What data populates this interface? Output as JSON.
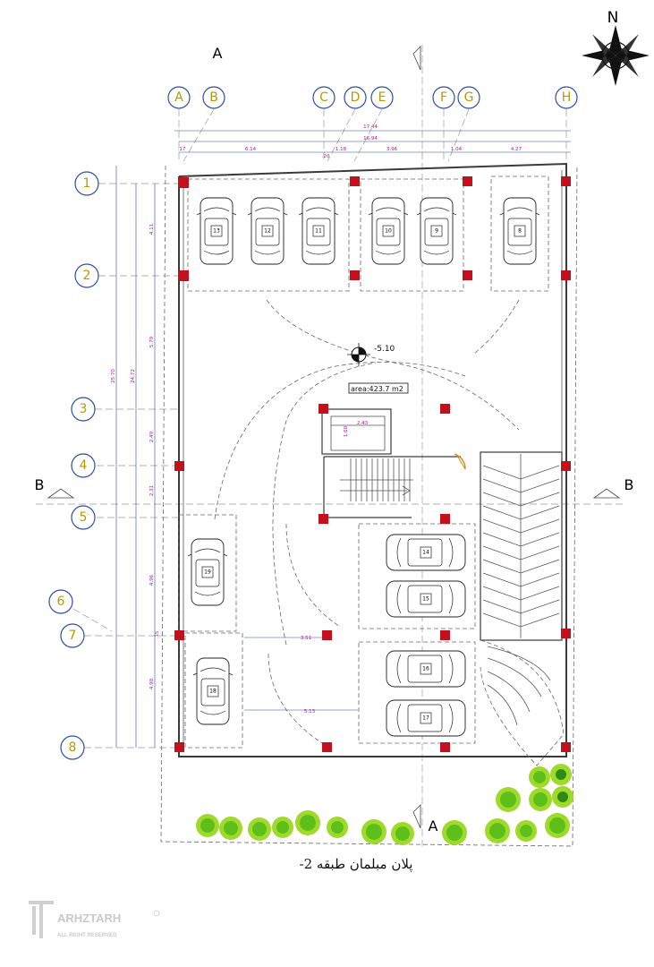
{
  "north_label": "N",
  "section_labels": {
    "a_top": "A",
    "a_bottom": "A",
    "b_left": "B",
    "b_right": "B"
  },
  "grid_columns": [
    "A",
    "B",
    "C",
    "D",
    "E",
    "F",
    "G",
    "H"
  ],
  "grid_rows": [
    "1",
    "2",
    "3",
    "4",
    "5",
    "6",
    "7",
    "8"
  ],
  "top_dimensions": {
    "overall": "17.44",
    "secondary": "16.94",
    "segments": [
      ".17",
      "6.14",
      ".20",
      "1.18",
      "3.96",
      "1.04",
      "4.27"
    ]
  },
  "left_dimensions": {
    "overall": "25.70",
    "secondary": "24.72",
    "segments": [
      "4.11",
      "5.79",
      "2.49",
      "2.31",
      "4.96",
      ".15",
      "4.90"
    ]
  },
  "level_mark": "-5.10",
  "area_label": "area:423.7 m2",
  "stair_dims": {
    "width": "2.43",
    "height": "1.60"
  },
  "interior_dims": [
    "3.51",
    "5.13"
  ],
  "parking_stalls": [
    "13",
    "12",
    "11",
    "10",
    "9",
    "8",
    "14",
    "15",
    "16",
    "17",
    "18",
    "19"
  ],
  "drawing_title": "پلان مبلمان طبقه 2-",
  "logo": {
    "brand": "ARHZTARH",
    "sub": "ALL RIGHT RESERVED"
  },
  "colors": {
    "axis_text": "#b39a00",
    "axis_circle": "#2c4fa3",
    "dimension": "#b0149a",
    "column": "#c40f1c",
    "tree": "#5fbf1a"
  }
}
